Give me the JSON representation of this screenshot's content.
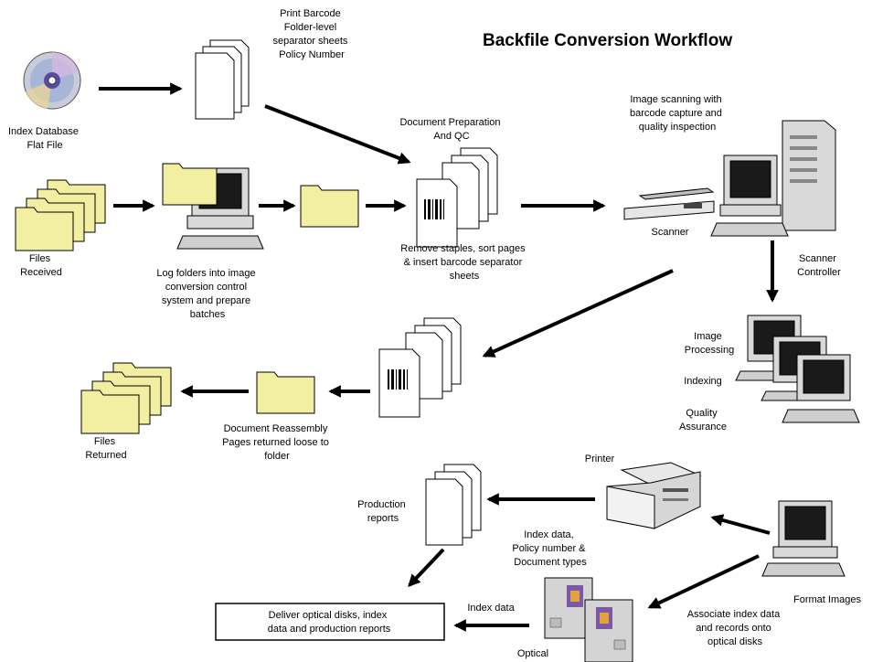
{
  "title": "Backfile Conversion Workflow",
  "nodes": {
    "index_db": [
      "Index Database",
      "Flat File"
    ],
    "print_barcode": [
      "Print Barcode",
      "Folder-level",
      "separator sheets",
      "Policy Number"
    ],
    "files_received": [
      "Files",
      "Received"
    ],
    "log_folders": [
      "Log folders into image",
      "conversion control",
      "system and prepare",
      "batches"
    ],
    "doc_prep": [
      "Document Preparation",
      "And QC"
    ],
    "remove_staples": [
      "Remove staples, sort pages",
      "& insert barcode separator",
      "sheets"
    ],
    "image_scanning": [
      "Image scanning with",
      "barcode capture and",
      "quality inspection"
    ],
    "scanner": [
      "Scanner"
    ],
    "scanner_controller": [
      "Scanner",
      "Controller"
    ],
    "image_processing": [
      "Image",
      "Processing"
    ],
    "indexing": [
      "Indexing"
    ],
    "quality_assurance": [
      "Quality",
      "Assurance"
    ],
    "files_returned": [
      "Files",
      "Returned"
    ],
    "doc_reassembly": [
      "Document Reassembly",
      "Pages returned loose to",
      "folder"
    ],
    "printer": [
      "Printer"
    ],
    "production_reports": [
      "Production",
      "reports"
    ],
    "index_policy_doc": [
      "Index data,",
      "Policy number &",
      "Document types"
    ],
    "format_images": [
      "Format Images"
    ],
    "associate_index": [
      "Associate index data",
      "and records onto",
      "optical disks"
    ],
    "index_data": [
      "Index data"
    ],
    "deliver": [
      "Deliver optical disks, index",
      "data and production reports"
    ],
    "optical": [
      "Optical"
    ]
  },
  "colors": {
    "folder": "#f2efa3",
    "line": "#000000",
    "screen": "#1a1a1a"
  },
  "icons": [
    "cd-icon",
    "document-stack-icon",
    "folder-icon",
    "computer-icon",
    "scanner-icon",
    "tower-server-icon",
    "printer-icon",
    "barcode-icon",
    "optical-disk-icon"
  ]
}
